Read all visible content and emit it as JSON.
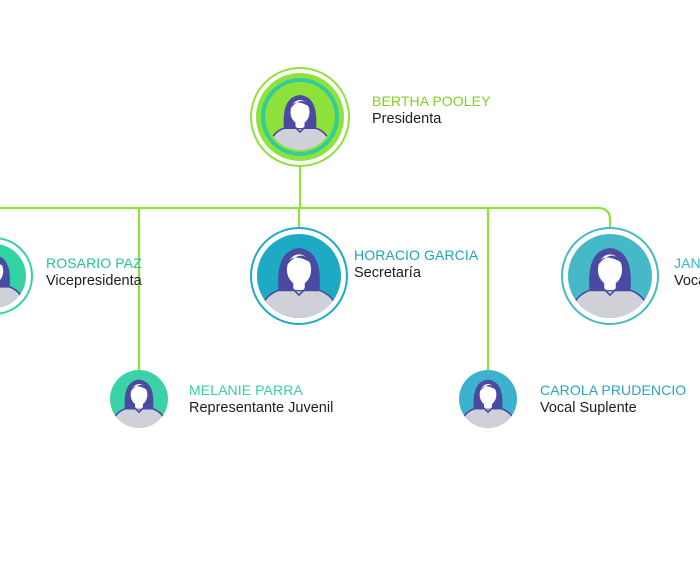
{
  "chart_data": {
    "type": "org-chart",
    "connector_color": "#8ee13d",
    "members": [
      {
        "id": "pooley",
        "name": "BERTHA POOLEY",
        "role": "Presidenta",
        "name_color": "#7dd321",
        "avatar_colors": [
          "#8fe13b",
          "#30cc99"
        ],
        "level": 0
      },
      {
        "id": "paz",
        "name": "ROSARIO PAZ",
        "role": "Vicepresidenta",
        "name_color": "#25c29c",
        "avatar_colors": [
          "#31d3a4"
        ],
        "level": 1
      },
      {
        "id": "parra",
        "name": "MELANIE PARRA",
        "role": "Representante Juvenil",
        "name_color": "#36cfa5",
        "avatar_colors": [
          "#3ad3a8"
        ],
        "level": 2
      },
      {
        "id": "garcia",
        "name": "HORACIO GARCIA",
        "role": "Secretaría",
        "name_color": "#1fa3bd",
        "avatar_colors": [
          "#1ea9c4"
        ],
        "level": 1
      },
      {
        "id": "prudencio",
        "name": "CAROLA PRUDENCIO",
        "role": "Vocal Suplente",
        "name_color": "#2aa3c4",
        "avatar_colors": [
          "#3cb2cf"
        ],
        "level": 2
      },
      {
        "id": "jan",
        "name": "JAN",
        "role": "Voca",
        "name_color": "#38b3c3",
        "avatar_colors": [
          "#46b9c9"
        ],
        "level": 1
      }
    ],
    "edges": [
      [
        "pooley",
        "paz"
      ],
      [
        "pooley",
        "parra"
      ],
      [
        "pooley",
        "garcia"
      ],
      [
        "pooley",
        "prudencio"
      ],
      [
        "pooley",
        "jan"
      ]
    ]
  }
}
